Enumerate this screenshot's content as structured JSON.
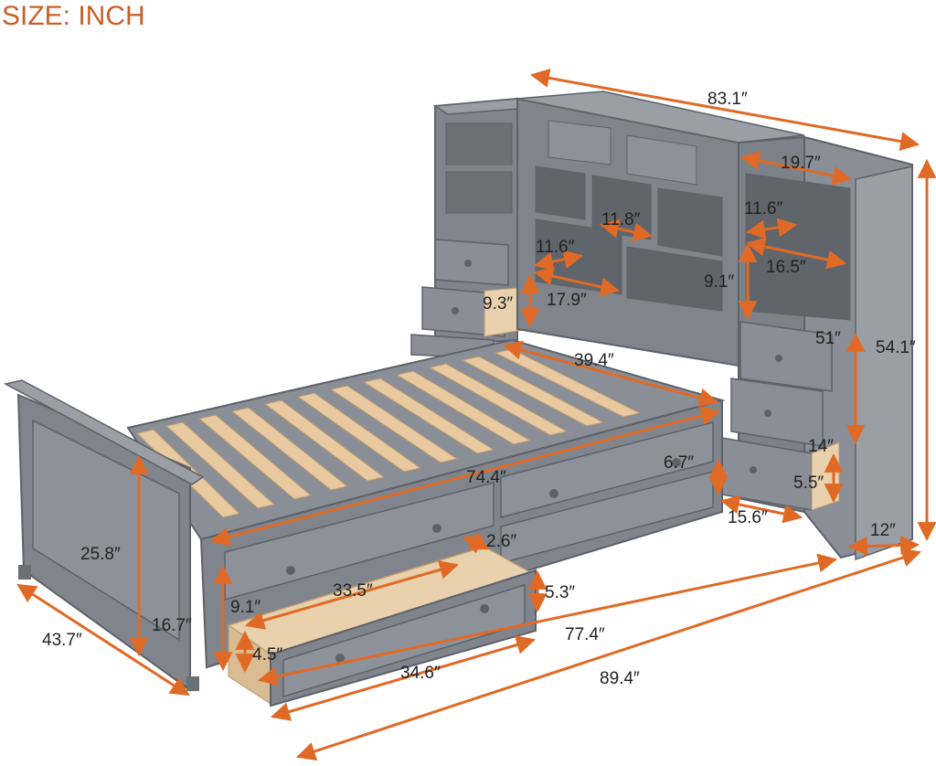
{
  "title": "SIZE: INCH",
  "colors": {
    "dimension_arrow": "#e06a25",
    "furniture": "#7d8189",
    "furniture_dark": "#5d6168",
    "slats": "#e8c9a0",
    "drawer_interior": "#e9d1ad"
  },
  "dimensions": {
    "overall_length": "89.4″",
    "bed_length": "77.4″",
    "bed_width": "43.7″",
    "headboard_width": "83.1″",
    "tower_height": "54.1″",
    "tower_depth": "12″",
    "tower_width": "19.7″",
    "cube_width_tower": "11.6″",
    "shelf_width_tower": "16.5″",
    "cube_height_tower": "9.1″",
    "headboard_cube_width": "11.8″",
    "headboard_small_cube": "11.6″",
    "headboard_shelf_width": "17.9″",
    "headboard_shelf_height": "9.3″",
    "slat_span": "39.4″",
    "inner_length": "74.4″",
    "footboard_height": "25.8″",
    "rail_height": "16.7″",
    "drawer_inner_length": "33.5″",
    "drawer_length": "34.6″",
    "drawer_inner_height": "4.5″",
    "drawer_height": "9.1″",
    "drawer_depth_small": "2.6″",
    "drawer_side_height": "5.3″",
    "side_drawer_height": "6.7″",
    "tower_drawer_width": "15.6″",
    "tower_drawer_height": "5.5″",
    "tower_drawer_depth": "14″",
    "tower_drawer_run": "51″"
  }
}
